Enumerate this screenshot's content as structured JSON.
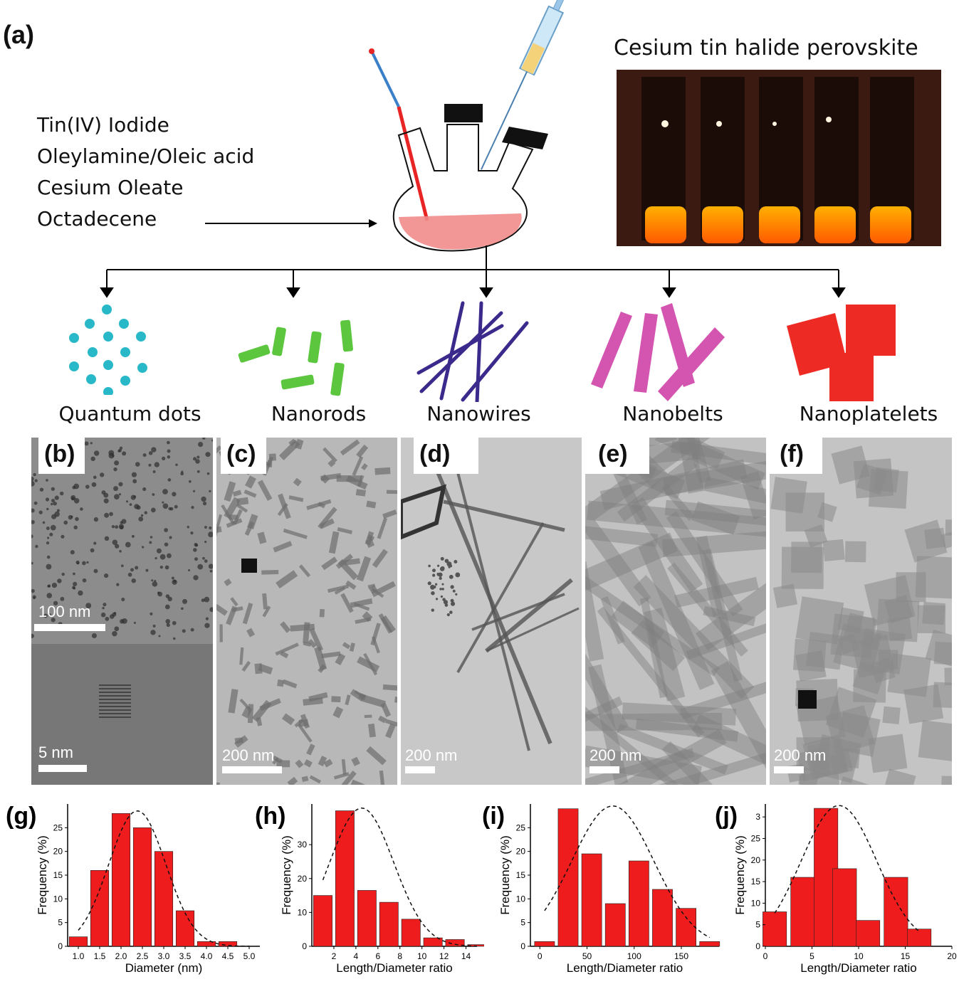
{
  "labels": {
    "a": "(a)",
    "reagents": [
      "Tin(IV) Iodide",
      "Oleylamine/Oleic acid",
      "Cesium Oleate",
      "Octadecene"
    ],
    "photo_title": "Cesium tin halide perovskite",
    "shapes": [
      "Quantum dots",
      "Nanorods",
      "Nanowires",
      "Nanobelts",
      "Nanoplatelets"
    ]
  },
  "tem_panels": [
    {
      "letter": "(b)",
      "scale_top": "100 nm",
      "scale_bottom": "5 nm"
    },
    {
      "letter": "(c)",
      "scale": "200 nm"
    },
    {
      "letter": "(d)",
      "scale": "200 nm"
    },
    {
      "letter": "(e)",
      "scale": "200 nm"
    },
    {
      "letter": "(f)",
      "scale": "200 nm"
    }
  ],
  "colors": {
    "quantum_dots": "#29b8c8",
    "nanorods": "#5cc63e",
    "nanowires": "#3b2a8c",
    "nanobelts": "#d455b0",
    "nanoplatelets": "#ee2a24",
    "bars": "#ee1c1c"
  },
  "chart_data": [
    {
      "letter": "(g)",
      "type": "bar",
      "xlabel": "Diameter (nm)",
      "ylabel": "Frequency (%)",
      "x": [
        1.0,
        1.5,
        2.0,
        2.5,
        3.0,
        3.5,
        4.0,
        4.5,
        5.0
      ],
      "values": [
        2,
        16,
        28,
        25,
        20,
        7.5,
        1,
        1,
        0
      ],
      "xticks": [
        "1.0",
        "1.5",
        "2.0",
        "2.5",
        "3.0",
        "3.5",
        "4.0",
        "4.5",
        "5.0"
      ],
      "xlim": [
        0.75,
        5.25
      ],
      "ylim": [
        0,
        30
      ],
      "yticks": [
        "0",
        "5",
        "10",
        "15",
        "20",
        "25"
      ],
      "fit": "gaussian"
    },
    {
      "letter": "(h)",
      "type": "bar",
      "xlabel": "Length/Diameter ratio",
      "ylabel": "Frequency (%)",
      "x": [
        1,
        3,
        5,
        7,
        9,
        11,
        13,
        15
      ],
      "values": [
        15,
        40,
        16.5,
        13,
        8,
        2.5,
        2,
        0.5
      ],
      "xticks": [
        "2",
        "4",
        "6",
        "8",
        "10",
        "12",
        "14"
      ],
      "xlim": [
        0,
        15
      ],
      "ylim": [
        0,
        42
      ],
      "yticks": [
        "0",
        "10",
        "20",
        "30"
      ],
      "fit": "gaussian"
    },
    {
      "letter": "(i)",
      "type": "bar",
      "xlabel": "Length/Diameter ratio",
      "ylabel": "Frequency (%)",
      "x": [
        5,
        30,
        55,
        80,
        105,
        130,
        155,
        180
      ],
      "values": [
        1,
        29,
        19.5,
        9,
        18,
        12,
        8,
        1
      ],
      "xticks": [
        "0",
        "50",
        "100",
        "150"
      ],
      "xlim": [
        -10,
        190
      ],
      "ylim": [
        0,
        30
      ],
      "yticks": [
        "0",
        "5",
        "10",
        "15",
        "20",
        "25"
      ],
      "fit": "gaussian"
    },
    {
      "letter": "(j)",
      "type": "bar",
      "xlabel": "Length/Diameter ratio",
      "ylabel": "Frequency (%)",
      "x": [
        1,
        4,
        6.5,
        8.5,
        11,
        14,
        16.5
      ],
      "values": [
        8,
        16,
        32,
        18,
        6,
        16,
        4
      ],
      "xticks": [
        "0",
        "5",
        "10",
        "15",
        "20"
      ],
      "xlim": [
        0,
        20
      ],
      "ylim": [
        0,
        33
      ],
      "yticks": [
        "0",
        "5",
        "10",
        "15",
        "20",
        "25",
        "3"
      ],
      "fit": "gaussian"
    }
  ]
}
